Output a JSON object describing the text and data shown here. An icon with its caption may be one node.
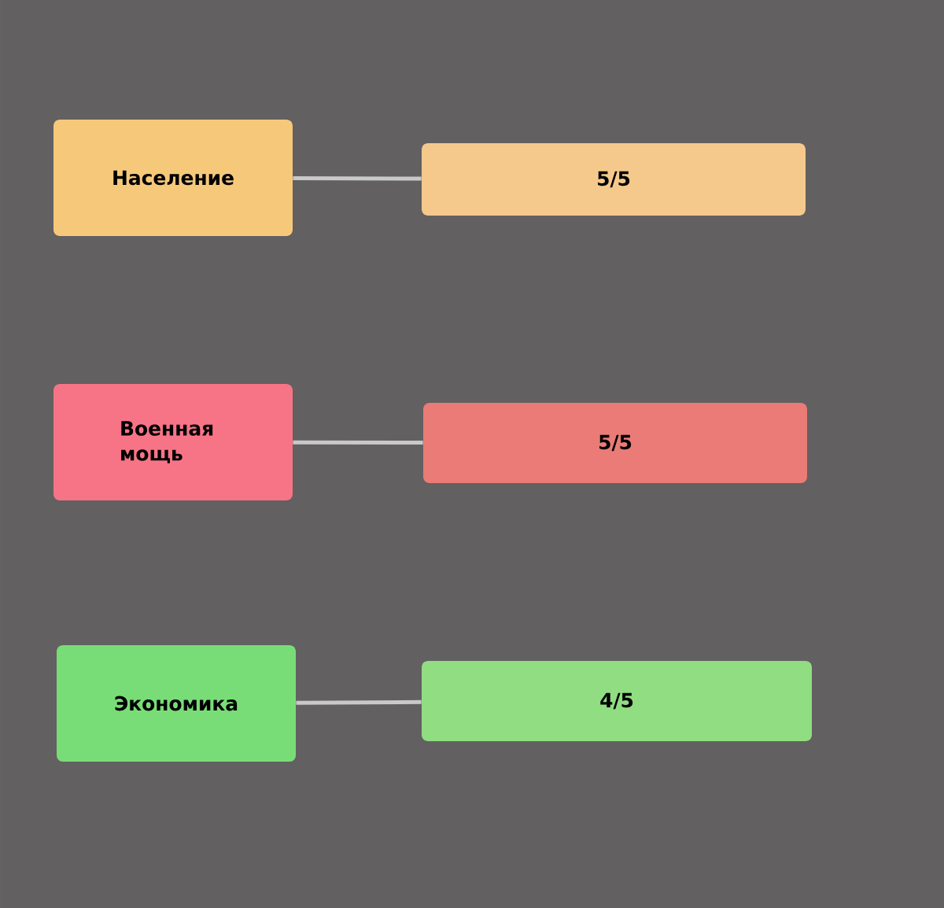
{
  "diagram": {
    "nodes": [
      {
        "text": [
          "Население"
        ]
      },
      {
        "text": [
          "5/5"
        ]
      },
      {
        "text": [
          "Военная мощь"
        ]
      },
      {
        "text": [
          "5/5"
        ]
      },
      {
        "text": [
          "Экономика"
        ]
      },
      {
        "text": [
          "4/5"
        ]
      }
    ],
    "edges": [
      {
        "from": 0,
        "to": 1,
        "arrow": "none"
      },
      {
        "from": 2,
        "to": 3,
        "arrow": "none"
      },
      {
        "from": 4,
        "to": 5,
        "arrow": "none"
      }
    ]
  }
}
